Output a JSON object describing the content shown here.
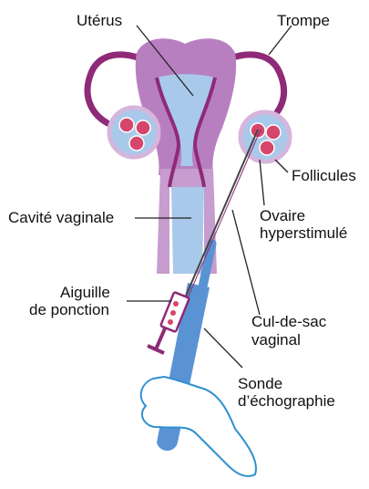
{
  "labels": {
    "uterus": "Utérus",
    "trompe": "Trompe",
    "follicules": "Follicules",
    "cavite": "Cavité vaginale",
    "ovaire_l1": "Ovaire",
    "ovaire_l2": "hyperstimulé",
    "aiguille_l1": "Aiguille",
    "aiguille_l2": "de ponction",
    "culdesac_l1": "Cul-de-sac",
    "culdesac_l2": "vaginal",
    "sonde_l1": "Sonde",
    "sonde_l2": "d’échographie"
  },
  "colors": {
    "tube_purple": "#8e2a78",
    "uterus_wall": "#b77fc0",
    "cavity_blue": "#a9c9ea",
    "probe_blue": "#5a93d3",
    "follicle_red": "#d6456a",
    "ovary_outline": "#d6b5dd",
    "hand_outline": "#2f8fd0",
    "leader_line": "#222222"
  }
}
